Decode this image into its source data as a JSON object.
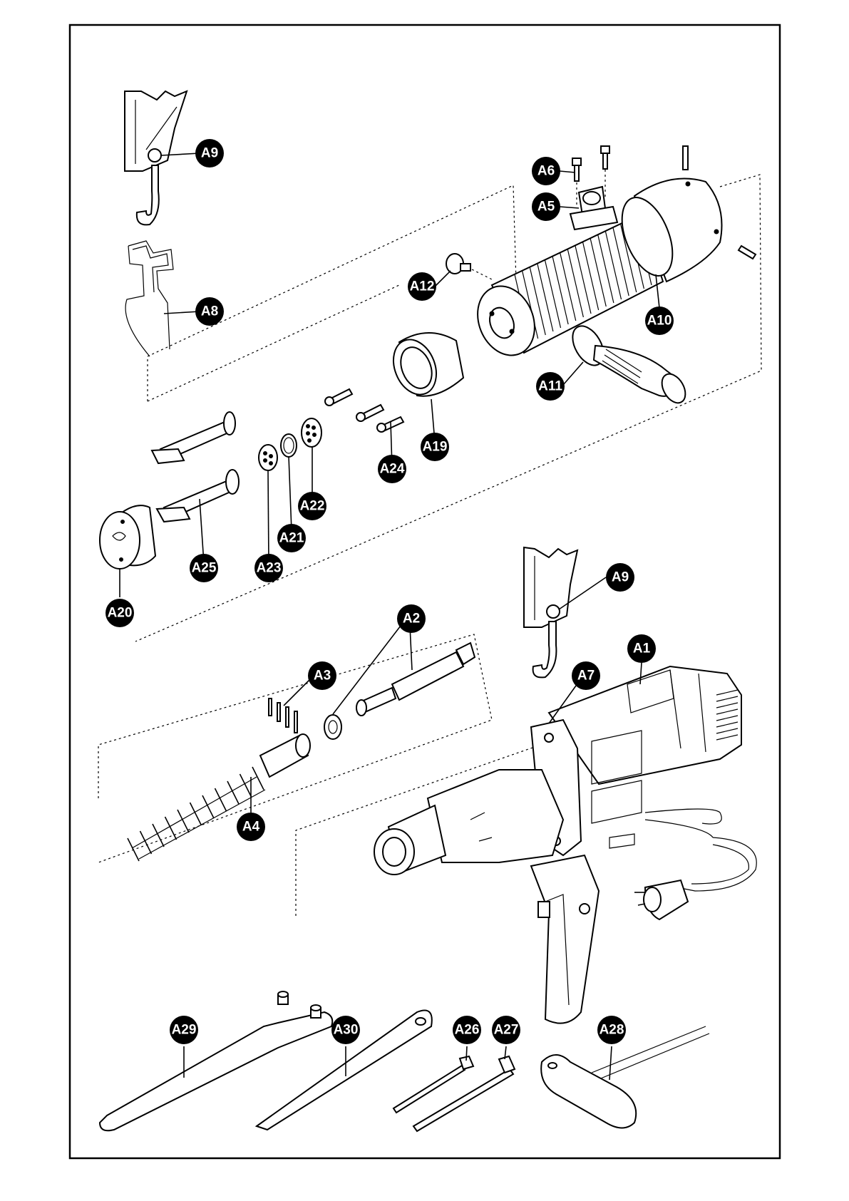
{
  "diagram": {
    "labels": {
      "a1": "A1",
      "a2": "A2",
      "a3": "A3",
      "a4": "A4",
      "a5": "A5",
      "a6": "A6",
      "a7": "A7",
      "a8": "A8",
      "a9_top": "A9",
      "a9_bottom": "A9",
      "a10": "A10",
      "a11": "A11",
      "a12": "A12",
      "a19": "A19",
      "a20": "A20",
      "a21": "A21",
      "a22": "A22",
      "a23": "A23",
      "a24": "A24",
      "a25": "A25",
      "a26": "A26",
      "a27": "A27",
      "a28": "A28",
      "a29": "A29",
      "a30": "A30"
    }
  }
}
